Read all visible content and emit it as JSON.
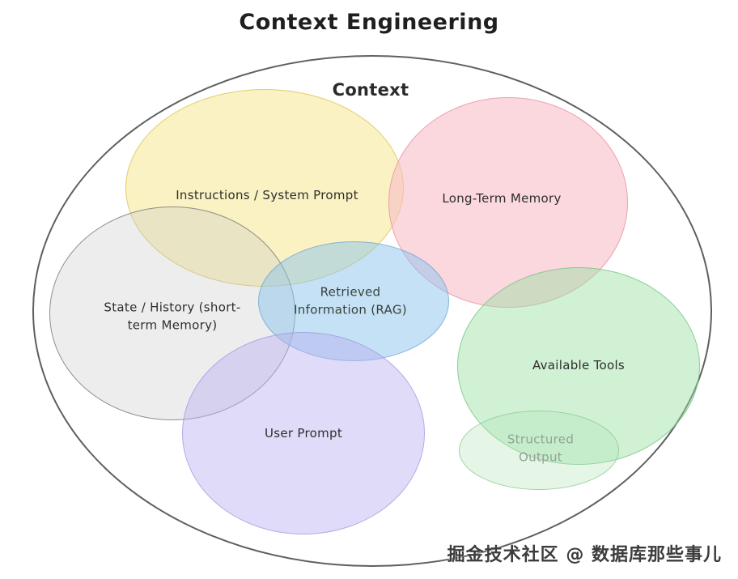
{
  "title": "Context Engineering",
  "diagram": {
    "outer_label": "Context",
    "sets": [
      {
        "id": "instructions",
        "label": "Instructions / System Prompt",
        "fill": "#F5E88F8C",
        "stroke": "#D6BE50B3"
      },
      {
        "id": "long-term-memory",
        "label": "Long-Term Memory",
        "fill": "#F8BCC899",
        "stroke": "#E68CA0B3"
      },
      {
        "id": "state-history",
        "label": "State / History (short-term Memory)",
        "fill": "#C3C3C74D",
        "stroke": "#787878CC"
      },
      {
        "id": "retrieved-info",
        "label": "Retrieved Information (RAG)",
        "fill": "#8CC3EB80",
        "stroke": "#6EA0D2B3"
      },
      {
        "id": "available-tools",
        "label": "Available Tools",
        "fill": "#96E1A073",
        "stroke": "#6EBE7DB3"
      },
      {
        "id": "user-prompt",
        "label": "User Prompt",
        "fill": "#B9AFF073",
        "stroke": "#968CDC99"
      },
      {
        "id": "structured-output",
        "label": "Structured Output",
        "fill": "#B4E6B959",
        "stroke": "#82C38CB3"
      }
    ],
    "outer_border_color": "#5F5F5F"
  },
  "watermark": "掘金技术社区 @ 数据库那些事儿"
}
